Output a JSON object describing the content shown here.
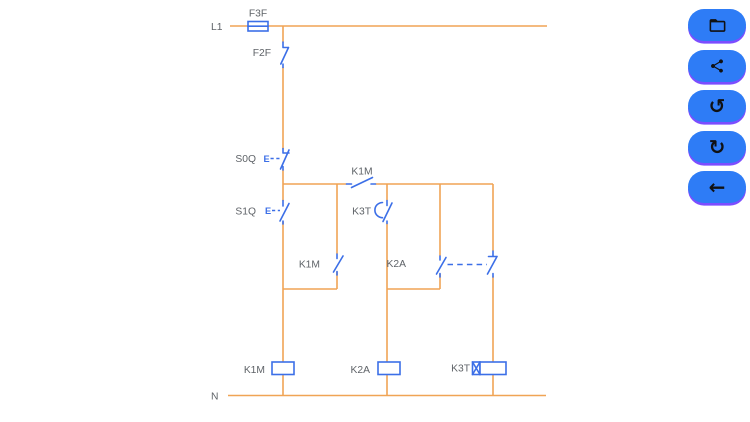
{
  "colors": {
    "background": "#FFFFFF",
    "wire": "#F0A455",
    "symbol": "#3C6FE7",
    "label": "#5F6368",
    "button": "#2E7CF6",
    "button_edge": "#7C4DFF",
    "icon": "#101113"
  },
  "circuit": {
    "labels": {
      "l1": "L1",
      "n": "N",
      "f3f": "F3F",
      "f2f": "F2F",
      "s0q": "S0Q",
      "s0q_actuator": "E",
      "s1q": "S1Q",
      "s1q_actuator": "E",
      "k1m_line_contact": "K1M",
      "k1m_hold_contact": "K1M",
      "k3t_contact": "K3T",
      "k2a_contact": "K2A",
      "k1m_coil": "K1M",
      "k2a_coil": "K2A",
      "k3t_coil": "K3T"
    }
  },
  "toolbar": {
    "buttons": [
      {
        "name": "open-file",
        "icon": "folder-open-icon"
      },
      {
        "name": "share",
        "icon": "share-icon"
      },
      {
        "name": "undo",
        "icon": "undo-icon",
        "glyph": "↺"
      },
      {
        "name": "redo",
        "icon": "redo-icon",
        "glyph": "↻"
      },
      {
        "name": "back",
        "icon": "arrow-back-icon",
        "glyph": "←"
      }
    ]
  }
}
